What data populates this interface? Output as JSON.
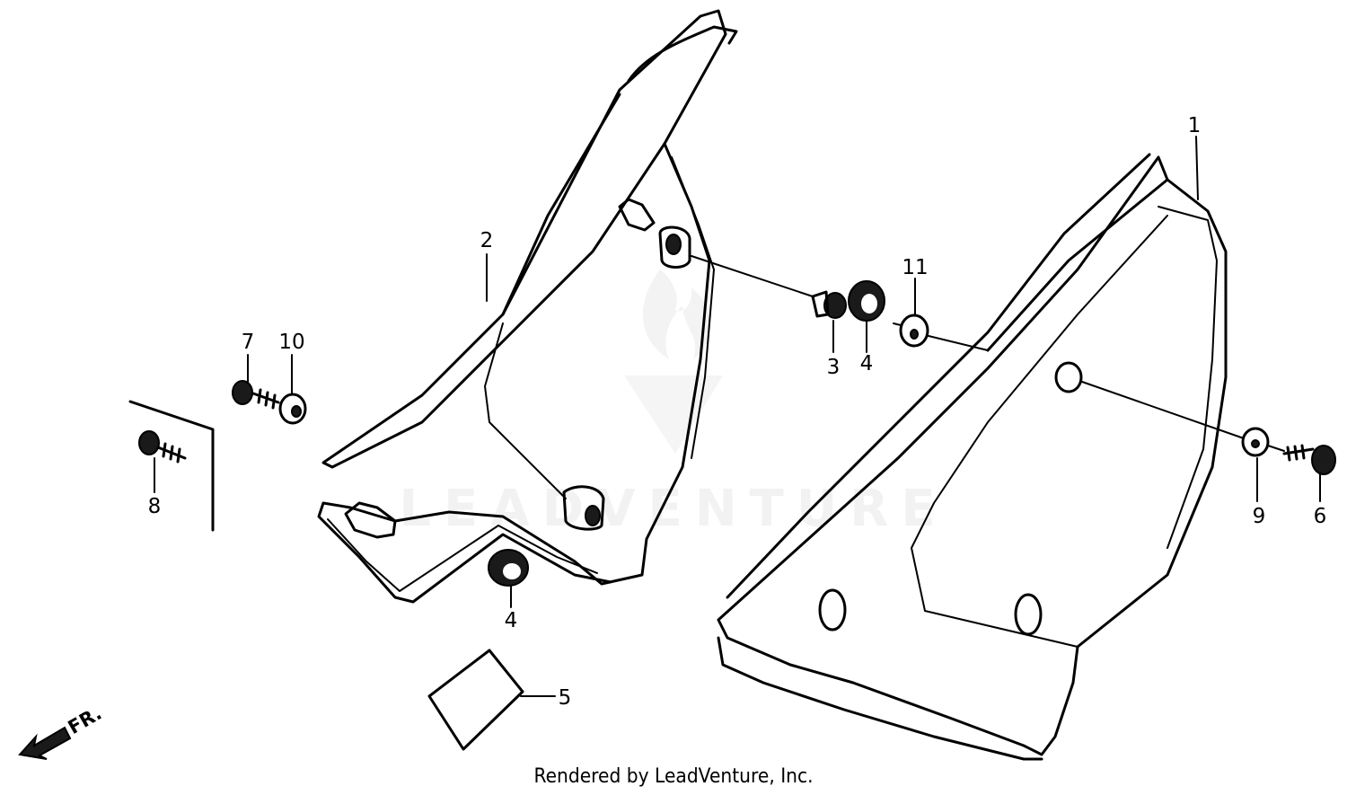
{
  "callouts": {
    "c1": "1",
    "c2": "2",
    "c3": "3",
    "c4a": "4",
    "c4b": "4",
    "c5": "5",
    "c6": "6",
    "c7": "7",
    "c8": "8",
    "c9": "9",
    "c10": "10",
    "c11": "11"
  },
  "direction_label": "FR.",
  "watermark": "LEADVENTURE",
  "credit": "Rendered by LeadVenture, Inc."
}
